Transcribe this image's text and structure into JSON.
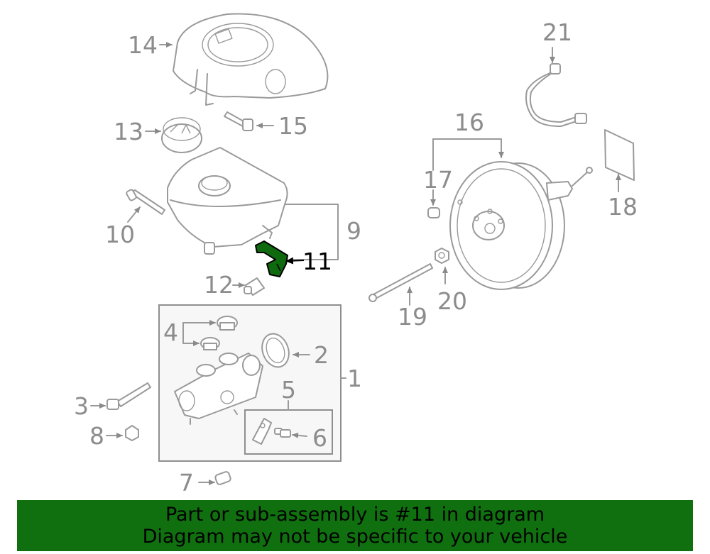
{
  "callouts": {
    "c1": "1",
    "c2": "2",
    "c3": "3",
    "c4": "4",
    "c5": "5",
    "c6": "6",
    "c7": "7",
    "c8": "8",
    "c9": "9",
    "c10": "10",
    "c11": "11",
    "c12": "12",
    "c13": "13",
    "c14": "14",
    "c15": "15",
    "c16": "16",
    "c17": "17",
    "c18": "18",
    "c19": "19",
    "c20": "20",
    "c21": "21"
  },
  "highlighted_part": "11",
  "colors": {
    "highlight": "#107010",
    "lines": "#9a9a9a",
    "labels": "#8c8c8c"
  },
  "banner": {
    "line1": "Part or sub-assembly is #11 in diagram",
    "line2": "Diagram may not be specific to your vehicle"
  }
}
